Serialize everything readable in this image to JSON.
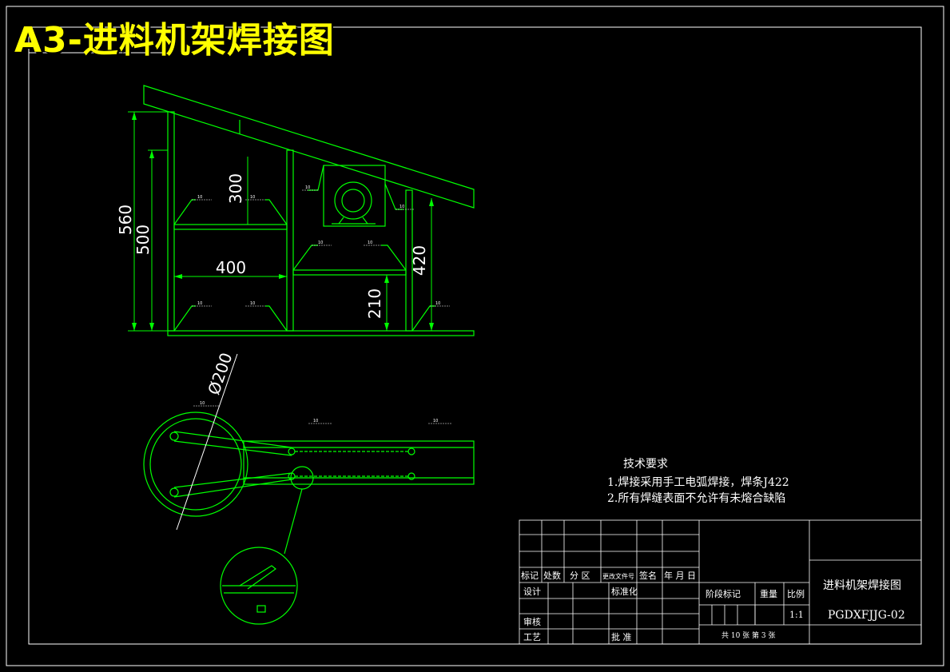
{
  "title": "A3-进料机架焊接图",
  "dimensions": {
    "d560": "560",
    "d500": "500",
    "d300": "300",
    "d400": "400",
    "d210": "210",
    "d420": "420",
    "dia200": "Ø200"
  },
  "weld_symbol_label": "10",
  "tech_requirements": {
    "heading": "技术要求",
    "item1": "1.焊接采用手工电弧焊接，焊条J422",
    "item2": "2.所有焊缝表面不允许有未熔合缺陷"
  },
  "title_block": {
    "headers": [
      "标记",
      "处数",
      "分 区",
      "更改文件号",
      "签名",
      "年 月 日"
    ],
    "design": "设计",
    "standardize": "标准化",
    "review": "审核",
    "process": "工艺",
    "approve": "批 准",
    "stage_mark": "阶段标记",
    "weight": "重量",
    "scale_label": "比例",
    "scale": "1:1",
    "sheet_info": "共 10 张  第 3 张",
    "drawing_name": "进料机架焊接图",
    "drawing_number": "PGDXFJJG-02"
  },
  "colors": {
    "line": "#00ff00",
    "text": "#ffffff",
    "title": "#ffff00",
    "background": "#000000"
  }
}
